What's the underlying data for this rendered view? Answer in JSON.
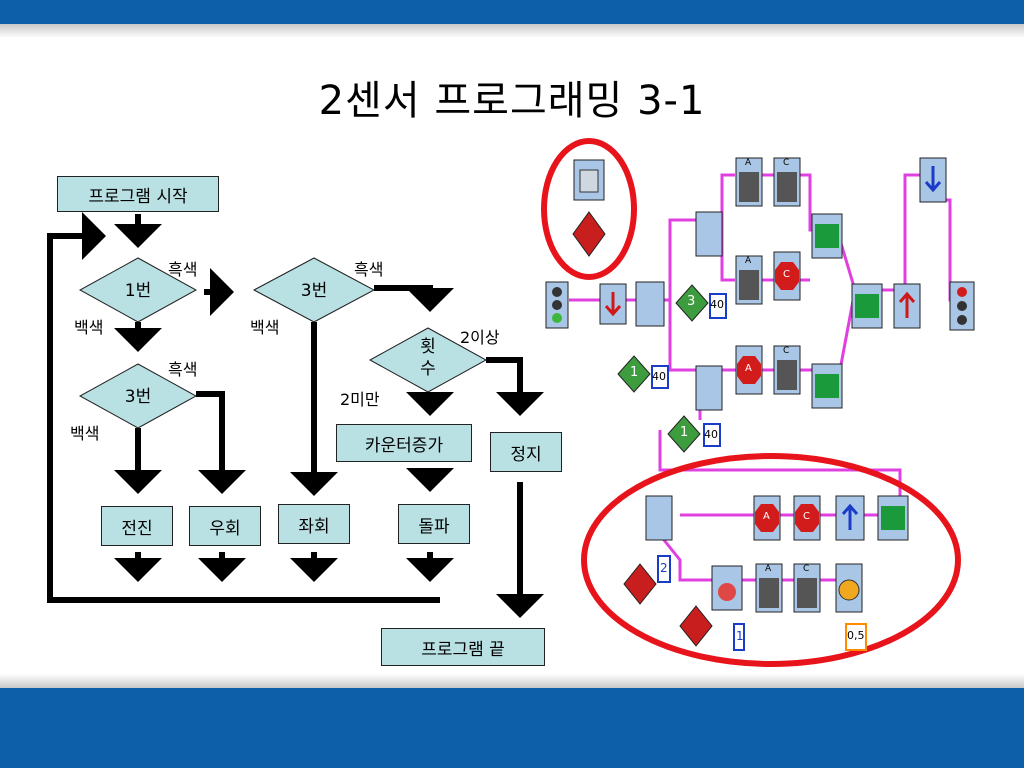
{
  "title": "2센서 프로그래밍 3-1",
  "flowchart": {
    "start": "프로그램 시작",
    "end": "프로그램 끝",
    "decision_1": "1번",
    "decision_3_top": "3번",
    "decision_3_bottom": "3번",
    "decision_count": "횟\n수",
    "black_1": "흑색",
    "black_2": "흑색",
    "black_3": "흑색",
    "white_1": "백색",
    "white_2": "백색",
    "white_3": "백색",
    "over2": "2이상",
    "under2": "2미만",
    "counter_inc": "카운터증가",
    "stop": "정지",
    "forward": "전진",
    "right_turn": "우회",
    "left_turn": "좌회",
    "breakthrough": "돌파"
  },
  "robolab": {
    "num_40a": "40",
    "num_40b": "40",
    "num_40c": "40",
    "num_3": "3",
    "num_1a": "1",
    "num_1b": "1",
    "num_2": "2",
    "num_1c": "1",
    "num_05": "0,5",
    "letter_A1": "A",
    "letter_C1": "C",
    "letter_A2": "A",
    "letter_C2": "C",
    "letter_A3": "A",
    "letter_C3": "C",
    "letter_A4": "A",
    "letter_C4": "C",
    "stop_A": "A",
    "stop_C": "C",
    "stop_C_top": "C",
    "stop_A_mid": "A"
  },
  "colors": {
    "header_blue": "#0c5fa8",
    "box_fill": "#b9e1e4",
    "wire_pink": "#e040e0",
    "highlight_red": "#e8141c"
  }
}
